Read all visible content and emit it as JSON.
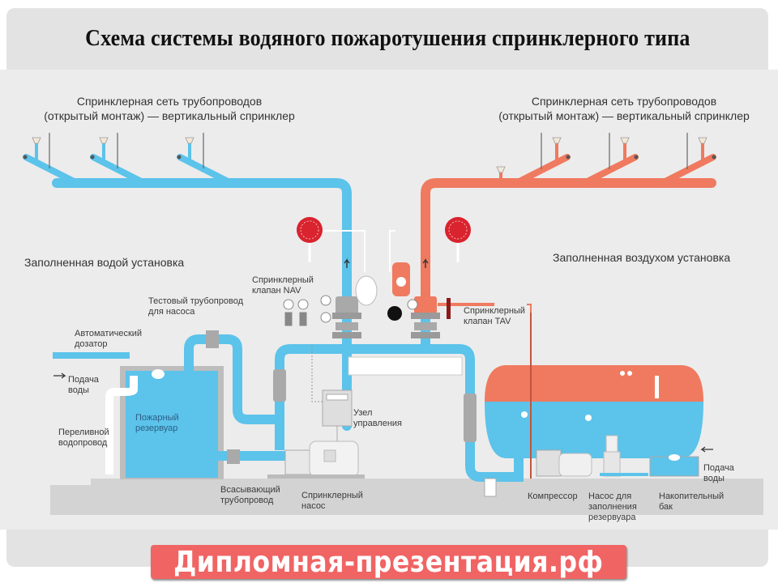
{
  "slide": {
    "title": "Схема системы водяного пожаротушения спринклерного типа"
  },
  "diagram": {
    "colors": {
      "water": "#5cc3ea",
      "air": "#ef7a5f",
      "equipment": "#a9a9a9",
      "floor": "#d3d3d3",
      "background": "#ececec",
      "alarm": "#d9232e"
    },
    "sections": {
      "wet": {
        "network_label_line1": "Спринклерная сеть трубопроводов",
        "network_label_line2": "(открытый монтаж) — вертикальный спринклер",
        "system_label": "Заполненная водой установка"
      },
      "dry": {
        "network_label_line1": "Спринклерная сеть трубопроводов",
        "network_label_line2": "(открытый монтаж) — вертикальный спринклер",
        "system_label": "Заполненная воздухом установка"
      }
    },
    "labels": {
      "test_pipe_line1": "Тестовый трубопровод",
      "test_pipe_line2": "для насоса",
      "nav_valve_line1": "Спринклерный",
      "nav_valve_line2": "клапан NAV",
      "tav_valve_line1": "Спринклерный",
      "tav_valve_line2": "клапан TAV",
      "auto_dosing_line1": "Автоматический",
      "auto_dosing_line2": "дозатор",
      "water_supply_left_line1": "Подача",
      "water_supply_left_line2": "воды",
      "overflow_line1": "Переливной",
      "overflow_line2": "водопровод",
      "fire_tank_line1": "Пожарный",
      "fire_tank_line2": "резервуар",
      "suction_line1": "Всасывающий",
      "suction_line2": "трубопровод",
      "sprinkler_pump_line1": "Спринклерный",
      "sprinkler_pump_line2": "насос",
      "control_unit_line1": "Узел",
      "control_unit_line2": "управления",
      "compressor": "Компрессор",
      "fill_pump_line1": "Насос для",
      "fill_pump_line2": "заполнения",
      "fill_pump_line3": "резервуара",
      "storage_tank_line1": "Накопительный",
      "storage_tank_line2": "бак",
      "water_supply_right_line1": "Подача",
      "water_supply_right_line2": "воды"
    }
  },
  "watermark": {
    "text": "Дипломная-презентация.рф"
  }
}
